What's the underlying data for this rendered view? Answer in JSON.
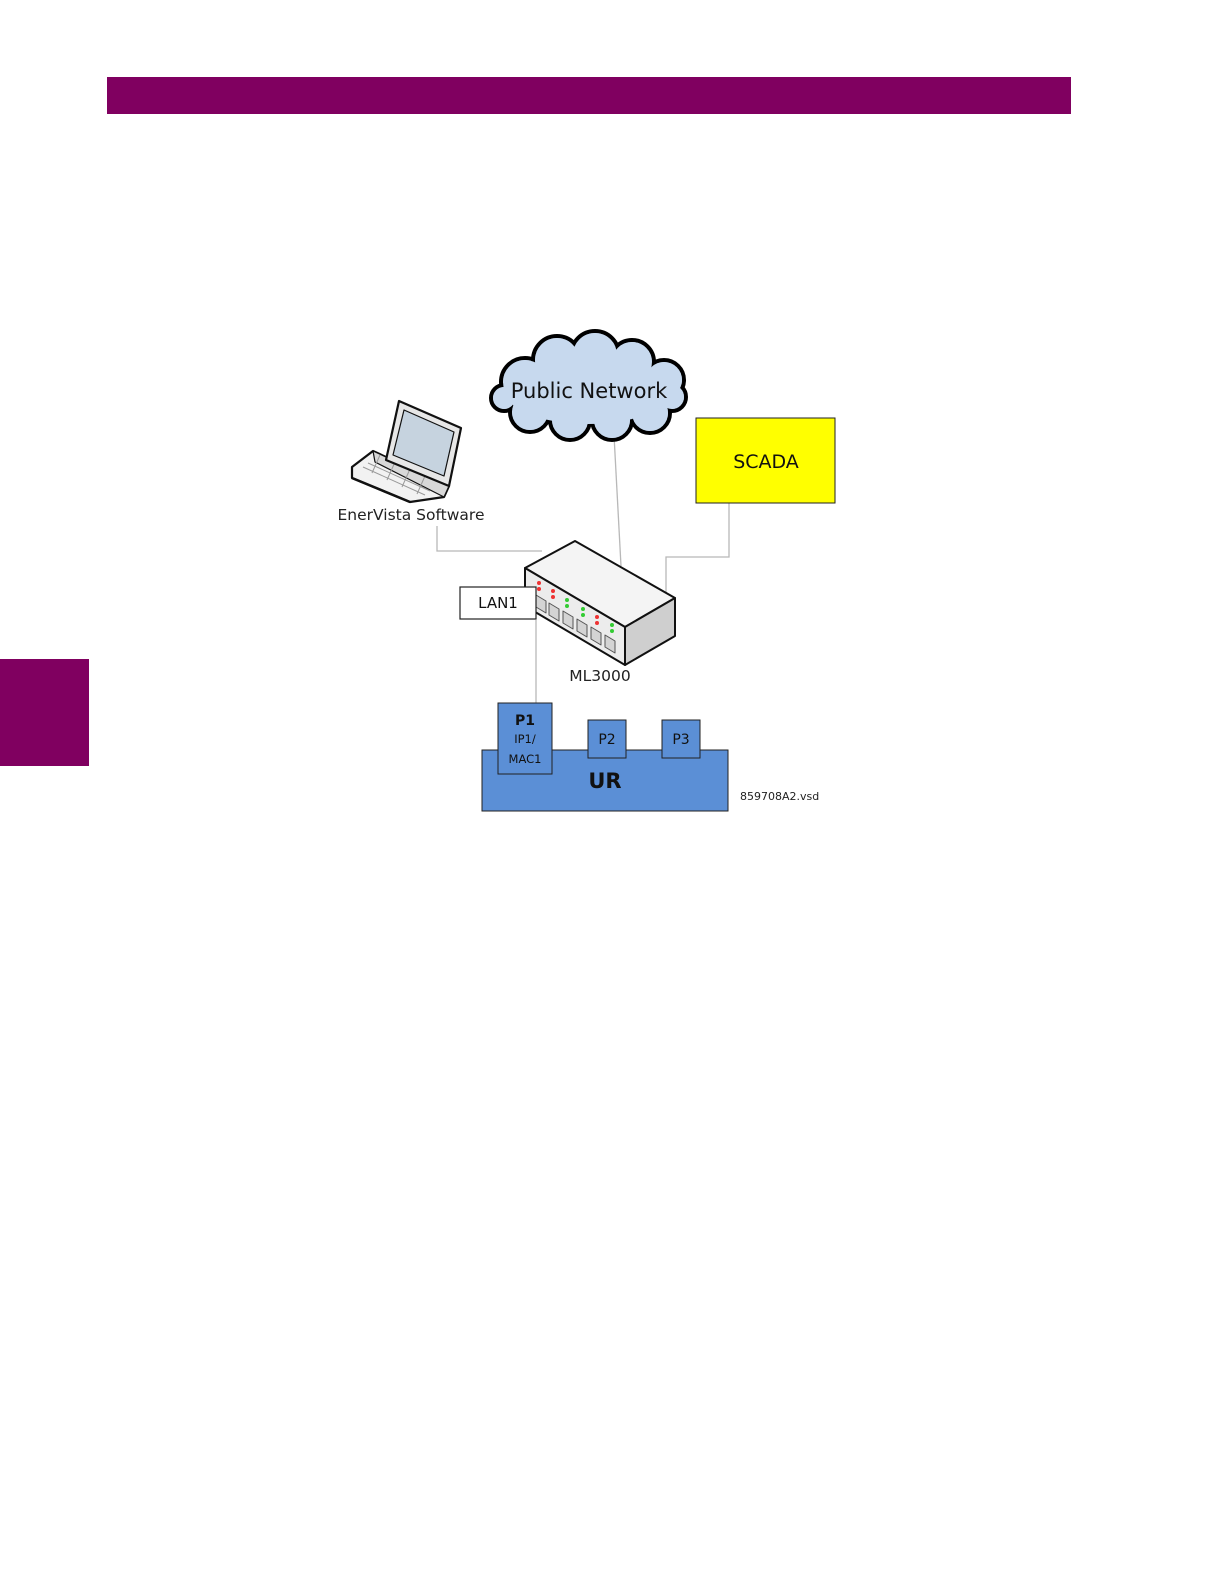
{
  "colors": {
    "brand_purple": "#800060",
    "cloud_fill": "#c7d9ee",
    "scada_fill": "#ffff00",
    "ur_fill": "#5b8fd6",
    "line": "#b8b8b8"
  },
  "diagram": {
    "cloud_label": "Public Network",
    "laptop_label": "EnerVista Software",
    "scada_label": "SCADA",
    "lan_label": "LAN1",
    "switch_label": "ML3000",
    "ur": {
      "label": "UR",
      "p1_title": "P1",
      "p1_line1": "IP1/",
      "p1_line2": "MAC1",
      "p2": "P2",
      "p3": "P3"
    },
    "file_ref": "859708A2.vsd"
  }
}
